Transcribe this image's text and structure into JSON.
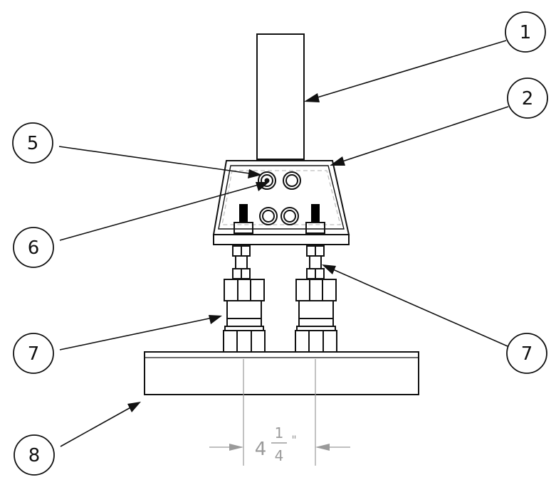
{
  "callouts": [
    {
      "id": "1",
      "label": "1"
    },
    {
      "id": "2",
      "label": "2"
    },
    {
      "id": "5",
      "label": "5"
    },
    {
      "id": "6",
      "label": "6"
    },
    {
      "id": "7a",
      "label": "7"
    },
    {
      "id": "7b",
      "label": "7"
    },
    {
      "id": "8",
      "label": "8"
    }
  ],
  "dimension": {
    "whole": "4",
    "numerator": "1",
    "denominator": "4",
    "unit": "\""
  },
  "colors": {
    "line": "#111111",
    "dimension": "#9a9a9a",
    "hidden": "#bdbdbd",
    "bolt": "#000000"
  }
}
